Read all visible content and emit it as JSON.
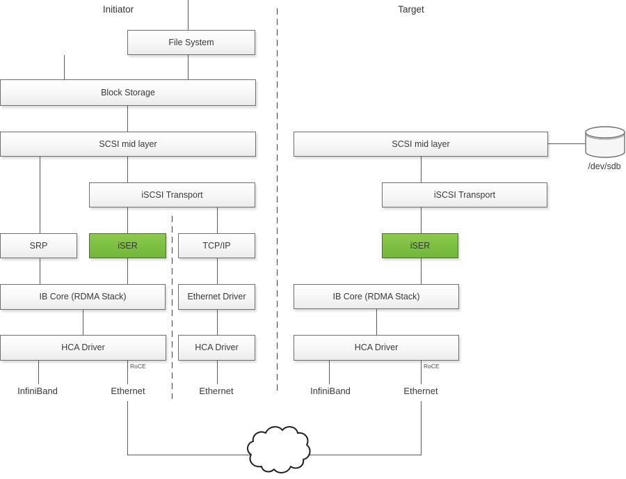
{
  "initiator": {
    "title": "Initiator",
    "file_system": "File System",
    "block_storage": "Block Storage",
    "scsi_mid_layer": "SCSI mid layer",
    "iscsi_transport": "iSCSI Transport",
    "srp": "SRP",
    "iser": "iSER",
    "tcp_ip": "TCP/IP",
    "ib_core": "IB Core (RDMA Stack)",
    "ethernet_driver": "Ethernet Driver",
    "hca_driver_rdma": "HCA Driver",
    "hca_driver_eth": "HCA Driver",
    "roce": "RoCE",
    "infiniband": "InfiniBand",
    "ethernet_rdma": "Ethernet",
    "ethernet_tcp": "Ethernet"
  },
  "target": {
    "title": "Target",
    "scsi_mid_layer": "SCSI mid layer",
    "iscsi_transport": "iSCSI Transport",
    "iser": "iSER",
    "ib_core": "IB Core (RDMA Stack)",
    "hca_driver": "HCA Driver",
    "roce": "RoCE",
    "infiniband": "InfiniBand",
    "ethernet": "Ethernet",
    "disk_device": "/dev/sdb"
  },
  "colors": {
    "iser_fill_top": "#8dc94c",
    "iser_fill_bottom": "#72b63c",
    "iser_border": "#4e6b2f",
    "box_border": "#6e6e6e",
    "connector_line": "#595959",
    "dashed_divider": "#3d3d3d"
  }
}
